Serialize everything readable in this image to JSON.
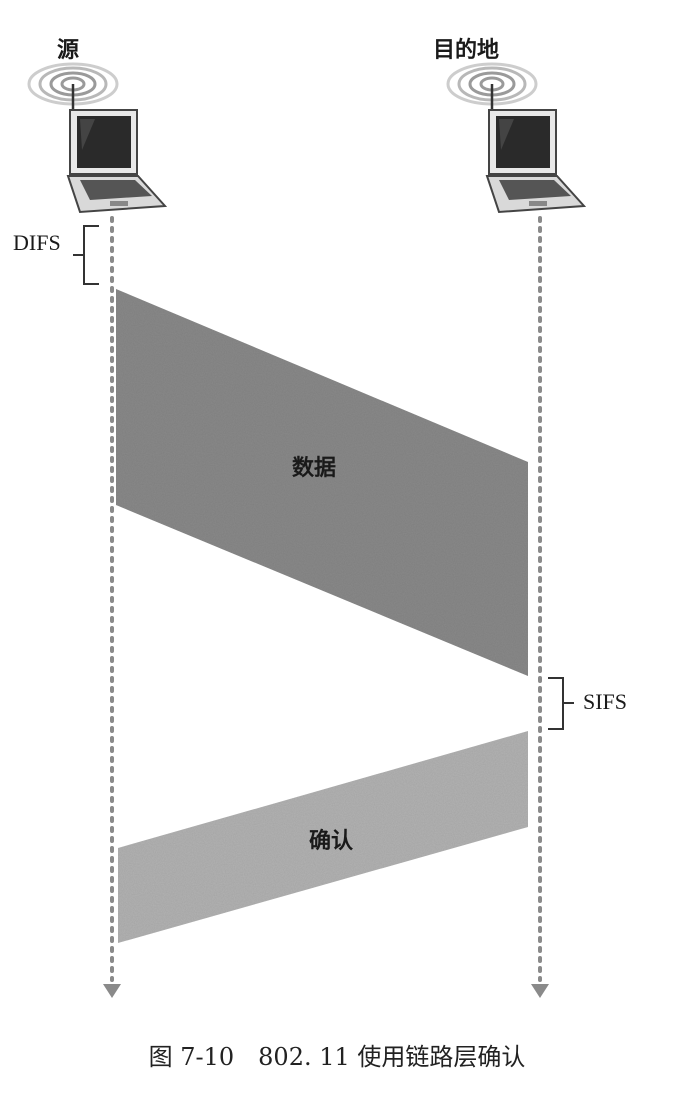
{
  "nodes": {
    "source": {
      "label": "源",
      "icon": "laptop-wireless-icon"
    },
    "destination": {
      "label": "目的地",
      "icon": "laptop-wireless-icon"
    }
  },
  "intervals": {
    "difs": "DIFS",
    "sifs": "SIFS"
  },
  "frames": {
    "data": {
      "label": "数据",
      "color": "#8a8a8a"
    },
    "ack": {
      "label": "确认",
      "color": "#b3b3b3"
    }
  },
  "timeline_color": "#8a8a8a",
  "caption": "图 7-10　802. 11 使用链路层确认"
}
